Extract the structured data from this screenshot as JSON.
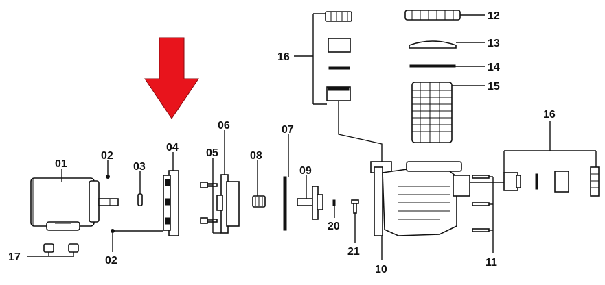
{
  "diagram": {
    "arrow_color": "#e8141c",
    "labels": {
      "l01": "01",
      "l02a": "02",
      "l02b": "02",
      "l03": "03",
      "l04": "04",
      "l05": "05",
      "l06": "06",
      "l07": "07",
      "l08": "08",
      "l09": "09",
      "l10": "10",
      "l11": "11",
      "l12": "12",
      "l13": "13",
      "l14": "14",
      "l15": "15",
      "l16a": "16",
      "l16b": "16",
      "l17": "17",
      "l20": "20",
      "l21": "21"
    }
  }
}
